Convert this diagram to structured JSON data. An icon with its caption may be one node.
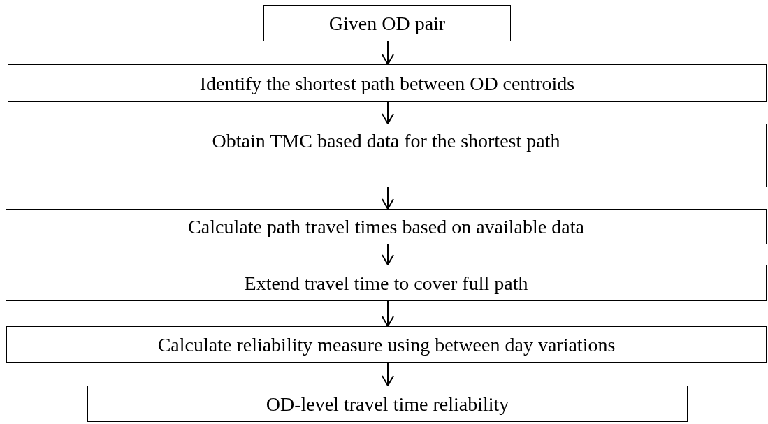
{
  "diagram": {
    "nodes": [
      {
        "text": [
          "Given OD pair"
        ]
      },
      {
        "text": [
          "Identify the shortest path between OD centroids"
        ]
      },
      {
        "text": [
          "Obtain TMC based data for the shortest path"
        ]
      },
      {
        "text": [
          "Calculate path travel times based on available data"
        ]
      },
      {
        "text": [
          "Extend travel time to cover full path"
        ]
      },
      {
        "text": [
          "Calculate reliability measure using between day variations"
        ]
      },
      {
        "text": [
          "OD-level travel time reliability"
        ]
      }
    ],
    "edges": [
      {
        "from": 0,
        "to": 1,
        "arrow": "to"
      },
      {
        "from": 1,
        "to": 2,
        "arrow": "to"
      },
      {
        "from": 2,
        "to": 3,
        "arrow": "to"
      },
      {
        "from": 3,
        "to": 4,
        "arrow": "to"
      },
      {
        "from": 4,
        "to": 5,
        "arrow": "to"
      },
      {
        "from": 5,
        "to": 6,
        "arrow": "to"
      }
    ]
  }
}
